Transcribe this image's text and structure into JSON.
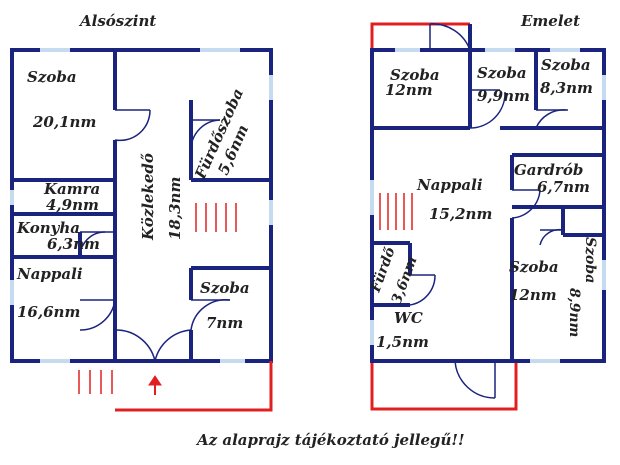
{
  "floors": {
    "ground": {
      "title": "Alsószint"
    },
    "upper": {
      "title": "Emelet"
    }
  },
  "rooms": {
    "g_szoba": {
      "name": "Szoba",
      "area": "20,1nm"
    },
    "g_kozlekedo": {
      "name": "Közlekedő",
      "area": "18,3nm"
    },
    "g_furdo": {
      "name": "Fürdőszoba",
      "area": "5,6nm"
    },
    "g_kamra": {
      "name": "Kamra",
      "area": "4,9nm"
    },
    "g_konyha": {
      "name": "Konyha",
      "area": "6,3nm"
    },
    "g_nappali": {
      "name": "Nappali",
      "area": "16,6nm"
    },
    "g_szoba2": {
      "name": "Szoba",
      "area": "7nm"
    },
    "u_szoba1": {
      "name": "Szoba",
      "area": "12nm"
    },
    "u_szoba2": {
      "name": "Szoba",
      "area": "9,9nm"
    },
    "u_szoba3": {
      "name": "Szoba",
      "area": "8,3nm"
    },
    "u_nappali": {
      "name": "Nappali",
      "area": "15,2nm"
    },
    "u_gardrob": {
      "name": "Gardrób",
      "area": "6,7nm"
    },
    "u_furdo": {
      "name": "Fürdő",
      "area": "3,6nm"
    },
    "u_wc": {
      "name": "WC",
      "area": "1,5nm"
    },
    "u_szoba4": {
      "name": "Szoba",
      "area": "12nm"
    },
    "u_szoba5": {
      "name": "Szoba",
      "area": "8,9nm"
    }
  },
  "footer": {
    "note": "Az alaprajz tájékoztató jellegű!!"
  },
  "colors": {
    "wall": "#1a237e",
    "window": "#c5dcf0",
    "accent_red": "#e02020",
    "stairs": "#e02020"
  }
}
